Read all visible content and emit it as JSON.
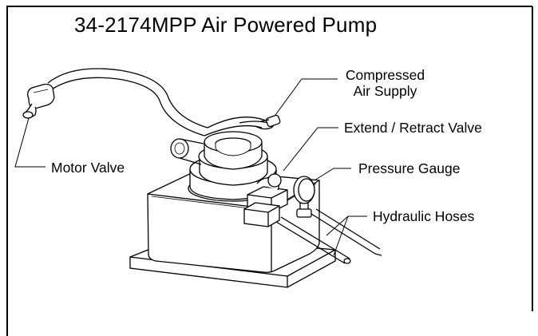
{
  "diagram": {
    "title": "34-2174MPP  Air Powered Pump",
    "labels": {
      "compressed_air_supply_line1": "Compressed",
      "compressed_air_supply_line2": "Air Supply",
      "extend_retract_valve": "Extend / Retract Valve",
      "pressure_gauge": "Pressure Gauge",
      "hydraulic_hoses": "Hydraulic Hoses",
      "motor_valve": "Motor Valve"
    },
    "colors": {
      "line": "#000000",
      "background": "#ffffff"
    }
  }
}
